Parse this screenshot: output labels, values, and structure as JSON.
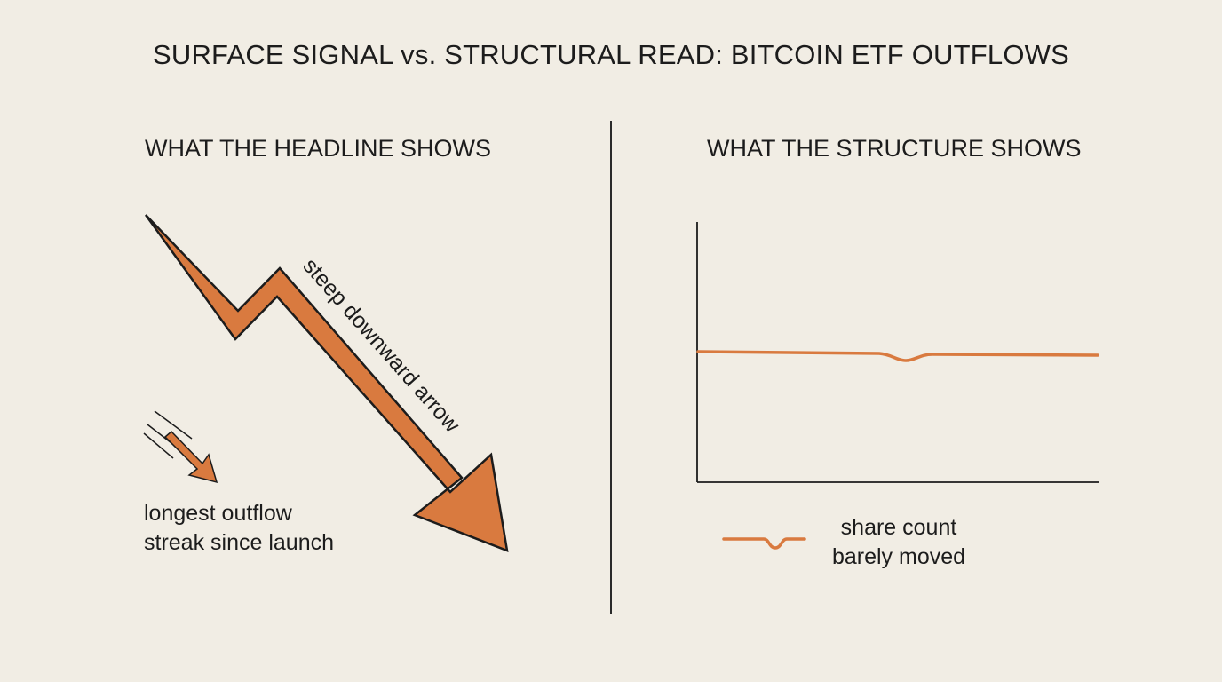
{
  "title": "SURFACE SIGNAL vs. STRUCTURAL READ: BITCOIN ETF OUTFLOWS",
  "left_panel": {
    "heading": "WHAT THE HEADLINE SHOWS",
    "arrow_label": "steep downward arrow",
    "caption_line1": "longest outflow",
    "caption_line2": "streak since launch",
    "arrow_icon": "downward-arrow-icon",
    "small_arrow_icon": "motion-arrow-icon"
  },
  "right_panel": {
    "heading": "WHAT THE STRUCTURE SHOWS",
    "legend_line1": "share count",
    "legend_line2": "barely moved"
  },
  "colors": {
    "background": "#f1ede4",
    "accent": "#d97a3f",
    "ink": "#1c1c1c"
  }
}
